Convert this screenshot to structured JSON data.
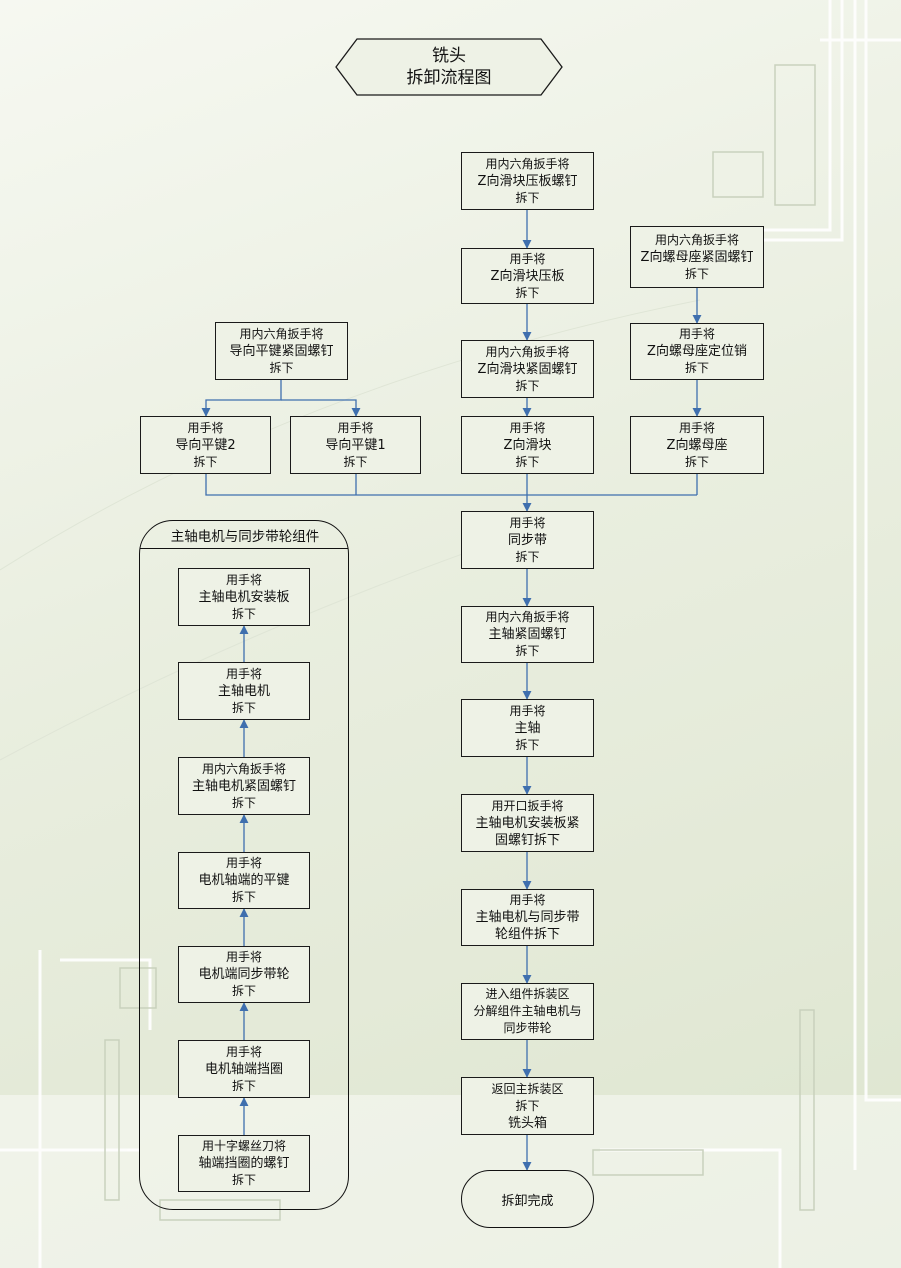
{
  "title": {
    "line1": "铣头",
    "line2": "拆卸流程图"
  },
  "group": {
    "title": "主轴电机与同步带轮组件"
  },
  "nodes": {
    "z_plate_screw": [
      "用内六角扳手将",
      "Z向滑块压板螺钉",
      "拆下"
    ],
    "z_plate": [
      "用手将",
      "Z向滑块压板",
      "拆下"
    ],
    "z_slider_screw": [
      "用内六角扳手将",
      "Z向滑块紧固螺钉",
      "拆下"
    ],
    "z_slider": [
      "用手将",
      "Z向滑块",
      "拆下"
    ],
    "nut_seat_screw": [
      "用内六角扳手将",
      "Z向螺母座紧固螺钉",
      "拆下"
    ],
    "nut_seat_pin": [
      "用手将",
      "Z向螺母座定位销",
      "拆下"
    ],
    "nut_seat": [
      "用手将",
      "Z向螺母座",
      "拆下"
    ],
    "guide_key_screw": [
      "用内六角扳手将",
      "导向平键紧固螺钉",
      "拆下"
    ],
    "guide_key2": [
      "用手将",
      "导向平键2",
      "拆下"
    ],
    "guide_key1": [
      "用手将",
      "导向平键1",
      "拆下"
    ],
    "sync_belt": [
      "用手将",
      "同步带",
      "拆下"
    ],
    "spindle_screw": [
      "用内六角扳手将",
      "主轴紧固螺钉",
      "拆下"
    ],
    "spindle": [
      "用手将",
      "主轴",
      "拆下"
    ],
    "motor_plate_screw": [
      "用开口扳手将",
      "主轴电机安装板紧",
      "固螺钉拆下"
    ],
    "motor_assembly": [
      "用手将",
      "主轴电机与同步带",
      "轮组件拆下"
    ],
    "disassemble_area": [
      "进入组件拆装区",
      "分解组件主轴电机与",
      "同步带轮"
    ],
    "return_area": [
      "返回主拆装区",
      "拆下",
      "铣头箱"
    ],
    "g_plate": [
      "用手将",
      "主轴电机安装板",
      "拆下"
    ],
    "g_motor": [
      "用手将",
      "主轴电机",
      "拆下"
    ],
    "g_motor_screw": [
      "用内六角扳手将",
      "主轴电机紧固螺钉",
      "拆下"
    ],
    "g_key": [
      "用手将",
      "电机轴端的平键",
      "拆下"
    ],
    "g_pulley": [
      "用手将",
      "电机端同步带轮",
      "拆下"
    ],
    "g_ring": [
      "用手将",
      "电机轴端挡圈",
      "拆下"
    ],
    "g_ring_screw": [
      "用十字螺丝刀将",
      "轴端挡圈的螺钉",
      "拆下"
    ]
  },
  "finish": "拆卸完成",
  "colors": {
    "arrow": "#3f6fae",
    "box_border": "#1a1a1a",
    "box_fill": "#eef2e6"
  }
}
